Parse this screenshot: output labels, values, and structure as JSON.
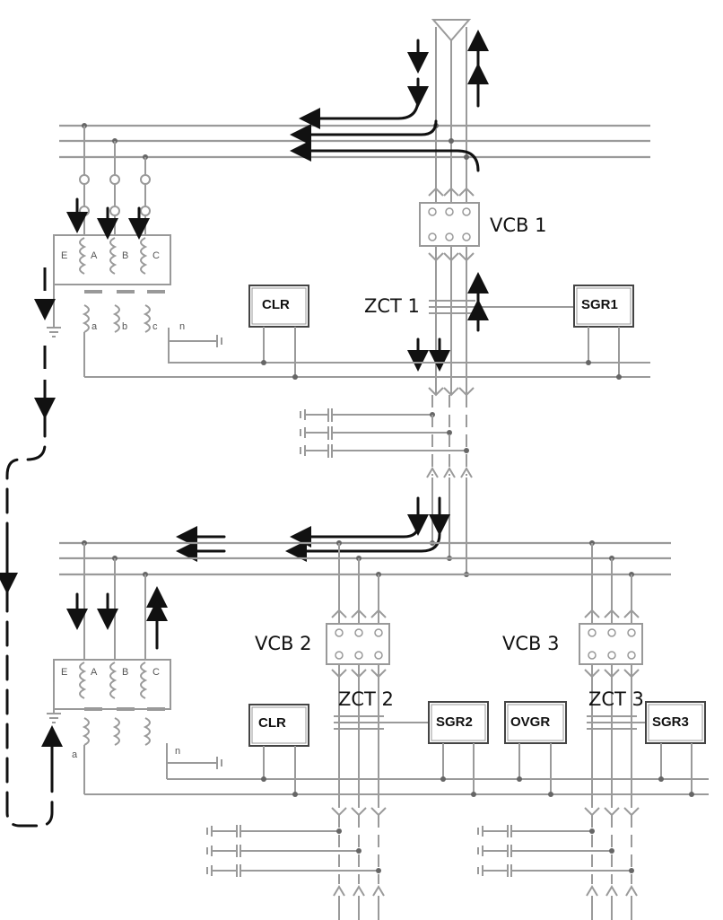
{
  "labels": {
    "vcb1": "VCB 1",
    "vcb2": "VCB 2",
    "vcb3": "VCB 3",
    "zct1": "ZCT 1",
    "zct2": "ZCT 2",
    "zct3": "ZCT 3"
  },
  "relays": {
    "clr_top": "CLR",
    "sgr1": "SGR1",
    "clr_bottom": "CLR",
    "sgr2": "SGR2",
    "ovgr": "OVGR",
    "sgr3": "SGR3"
  },
  "gpt_terminals": {
    "primary": [
      "E",
      "A",
      "B",
      "C"
    ],
    "secondary": [
      "a",
      "b",
      "c",
      "n"
    ],
    "secondary_bottom": [
      "a",
      "n"
    ]
  },
  "colors": {
    "wiring": "#9a9a9a",
    "fault_current_path": "#111111",
    "background": "#ffffff"
  }
}
